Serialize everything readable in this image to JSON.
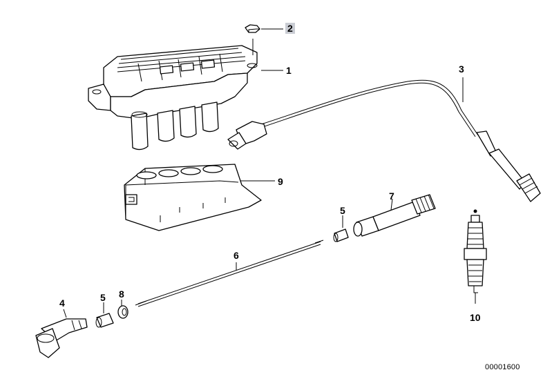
{
  "callouts": [
    {
      "id": "c2",
      "label": "2",
      "highlighted": true
    },
    {
      "id": "c1",
      "label": "1"
    },
    {
      "id": "c3",
      "label": "3"
    },
    {
      "id": "c9",
      "label": "9"
    },
    {
      "id": "c7",
      "label": "7"
    },
    {
      "id": "c5a",
      "label": "5"
    },
    {
      "id": "c6",
      "label": "6"
    },
    {
      "id": "c4",
      "label": "4"
    },
    {
      "id": "c5b",
      "label": "5"
    },
    {
      "id": "c8",
      "label": "8"
    },
    {
      "id": "c10",
      "label": "10"
    }
  ],
  "document_ref": "00001600",
  "colors": {
    "highlight": "#c9ccd3",
    "ink": "#000000"
  }
}
